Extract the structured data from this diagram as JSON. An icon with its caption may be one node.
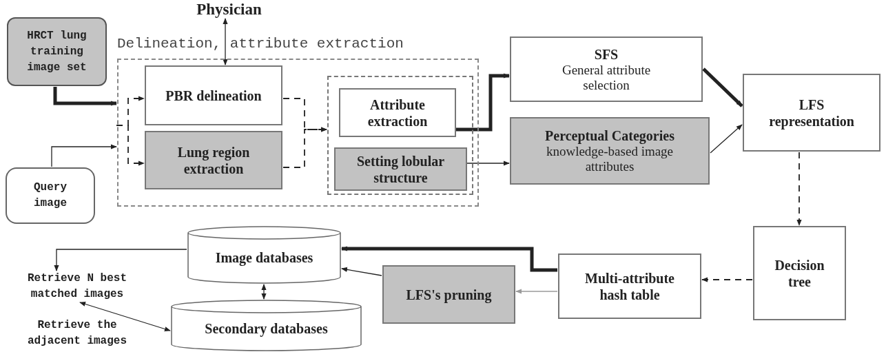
{
  "diagram": {
    "nodes": [
      {
        "text": [
          "HRCT lung training image set"
        ]
      },
      {
        "text": [
          "Query image"
        ]
      },
      {
        "text": [
          "Physician"
        ]
      },
      {
        "text": [
          "Delineation, attribute extraction"
        ]
      },
      {
        "text": [
          "PBR delineation"
        ],
        "in": 3
      },
      {
        "text": [
          "Lung region extraction"
        ],
        "in": 3
      },
      {
        "text": [],
        "shape": "box",
        "in": 3
      },
      {
        "text": [
          "Attribute extraction"
        ],
        "in": 6
      },
      {
        "text": [
          "Setting lobular structure"
        ],
        "in": 6
      },
      {
        "text": [
          "SFS",
          "General attribute selection"
        ]
      },
      {
        "text": [
          "Perceptual Categories",
          "knowledge-based image attributes"
        ]
      },
      {
        "text": [
          "LFS representation"
        ]
      },
      {
        "text": [
          "Decision tree"
        ]
      },
      {
        "text": [
          "Multi-attribute hash table"
        ]
      },
      {
        "text": [
          "LFS's pruning"
        ]
      },
      {
        "text": [
          "Image databases"
        ]
      },
      {
        "text": [
          "Secondary databases"
        ]
      },
      {
        "text": [
          "Retrieve N best matched images"
        ]
      },
      {
        "text": [
          "Retrieve the adjacent images"
        ]
      }
    ],
    "edges": [
      {
        "from": 0,
        "to": 3,
        "arrow": "to",
        "style": "thick"
      },
      {
        "from": 1,
        "to": 3,
        "arrow": "to"
      },
      {
        "from": 3,
        "to": 4,
        "arrow": "to",
        "style": "dashed"
      },
      {
        "from": 3,
        "to": 5,
        "arrow": "to",
        "style": "dashed"
      },
      {
        "from": 4,
        "to": 6,
        "arrow": "to",
        "style": "dashed"
      },
      {
        "from": 5,
        "to": 6,
        "arrow": "to",
        "style": "dashed"
      },
      {
        "from": 4,
        "to": 2,
        "arrow": "both"
      },
      {
        "from": 7,
        "to": 9,
        "arrow": "to",
        "style": "thick"
      },
      {
        "from": 8,
        "to": 10,
        "arrow": "to"
      },
      {
        "from": 9,
        "to": 11,
        "arrow": "to",
        "style": "thick"
      },
      {
        "from": 10,
        "to": 11,
        "arrow": "to"
      },
      {
        "from": 11,
        "to": 12,
        "arrow": "to",
        "style": "dashed"
      },
      {
        "from": 12,
        "to": 13,
        "arrow": "to",
        "style": "dashed"
      },
      {
        "from": 13,
        "to": 15,
        "arrow": "to",
        "style": "thick"
      },
      {
        "from": 13,
        "to": 14,
        "arrow": "to",
        "color": "#9a9a9a"
      },
      {
        "from": 14,
        "to": 15,
        "arrow": "to"
      },
      {
        "from": 15,
        "to": 16,
        "arrow": "both"
      },
      {
        "from": 15,
        "to": 17,
        "arrow": "to"
      },
      {
        "from": 17,
        "to": 16,
        "arrow": "both"
      }
    ]
  }
}
